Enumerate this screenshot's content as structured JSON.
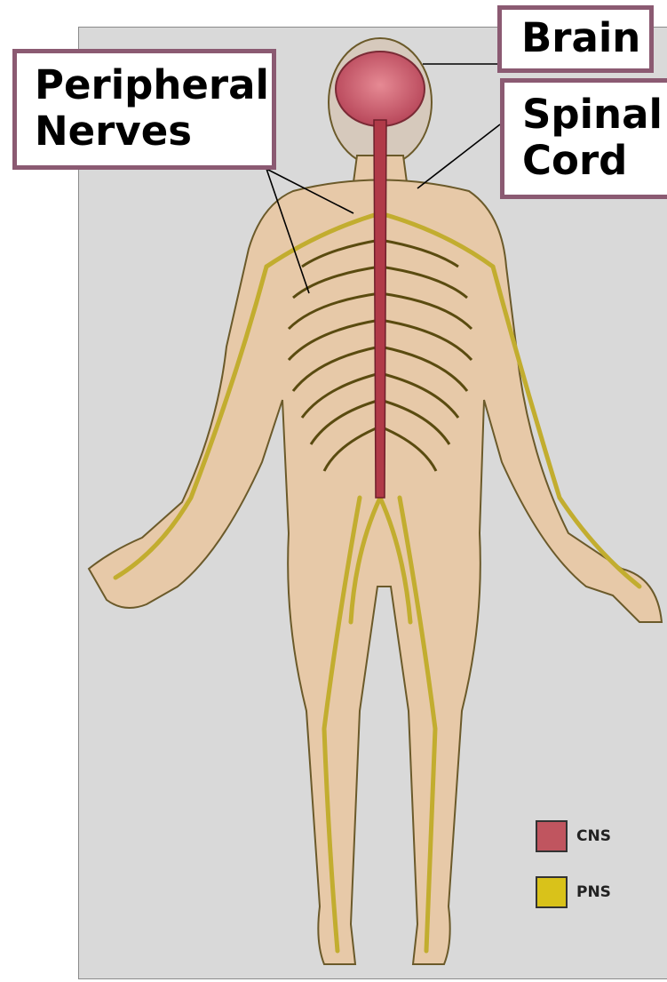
{
  "callouts": {
    "peripheral": {
      "line1": "Peripheral",
      "line2": "Nerves"
    },
    "brain": {
      "label": "Brain"
    },
    "spinal": {
      "line1": "Spinal",
      "line2": "Cord"
    }
  },
  "legend": [
    {
      "label": "CNS",
      "color": "#c0555f"
    },
    {
      "label": "PNS",
      "color": "#d9c21a"
    }
  ],
  "colors": {
    "panel": "#d9d9d9",
    "skin": "#ecd2b6",
    "nerves": "#c9b43a",
    "nerve_dark": "#5a4b10",
    "cns": "#b03a48",
    "callout_border": "#8b5a72"
  }
}
